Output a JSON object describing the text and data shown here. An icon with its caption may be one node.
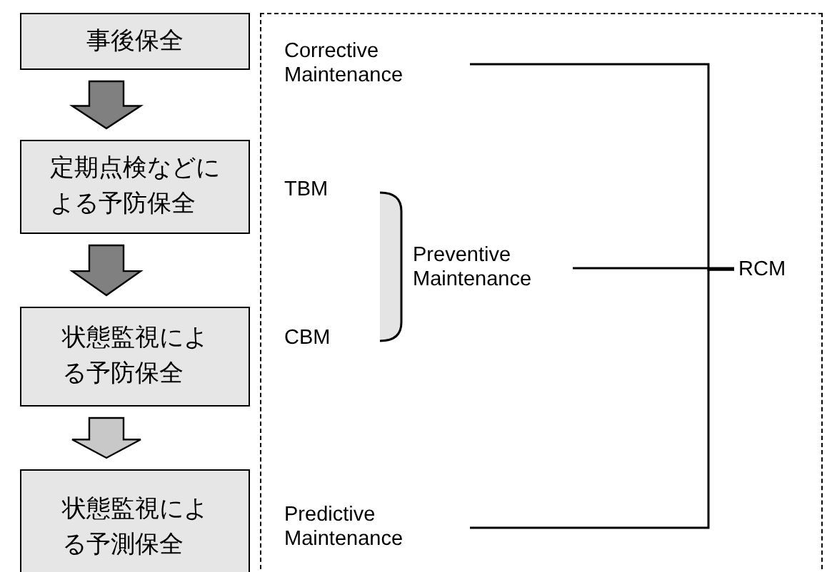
{
  "diagram": {
    "nodes": [
      {
        "text": [
          "事後保全"
        ]
      },
      {
        "text": [
          "定期点検などによる予防保全"
        ]
      },
      {
        "text": [
          "状態監視による予防保全"
        ]
      },
      {
        "text": [
          "状態監視による予測保全"
        ]
      },
      {
        "text": [],
        "shape": "box"
      },
      {
        "text": [
          "Corrective Maintenance"
        ],
        "in": 4
      },
      {
        "text": [
          "TBM"
        ],
        "in": 4
      },
      {
        "text": [
          "CBM"
        ],
        "in": 4
      },
      {
        "text": [
          "Preventive Maintenance"
        ],
        "in": 4
      },
      {
        "text": [
          "Predictive Maintenance"
        ],
        "in": 4
      },
      {
        "text": [
          "RCM"
        ],
        "in": 4
      }
    ],
    "edges": [
      {
        "from": 0,
        "to": 1,
        "arrow": "to",
        "style": "thick"
      },
      {
        "from": 1,
        "to": 2,
        "arrow": "to",
        "style": "thick"
      },
      {
        "from": 2,
        "to": 3,
        "arrow": "to",
        "style": "thick",
        "color": "#c8c8c8"
      },
      {
        "from": 5,
        "to": 10,
        "arrow": "none"
      },
      {
        "from": 8,
        "to": 10,
        "arrow": "none"
      },
      {
        "from": 9,
        "to": 10,
        "arrow": "none"
      }
    ]
  }
}
